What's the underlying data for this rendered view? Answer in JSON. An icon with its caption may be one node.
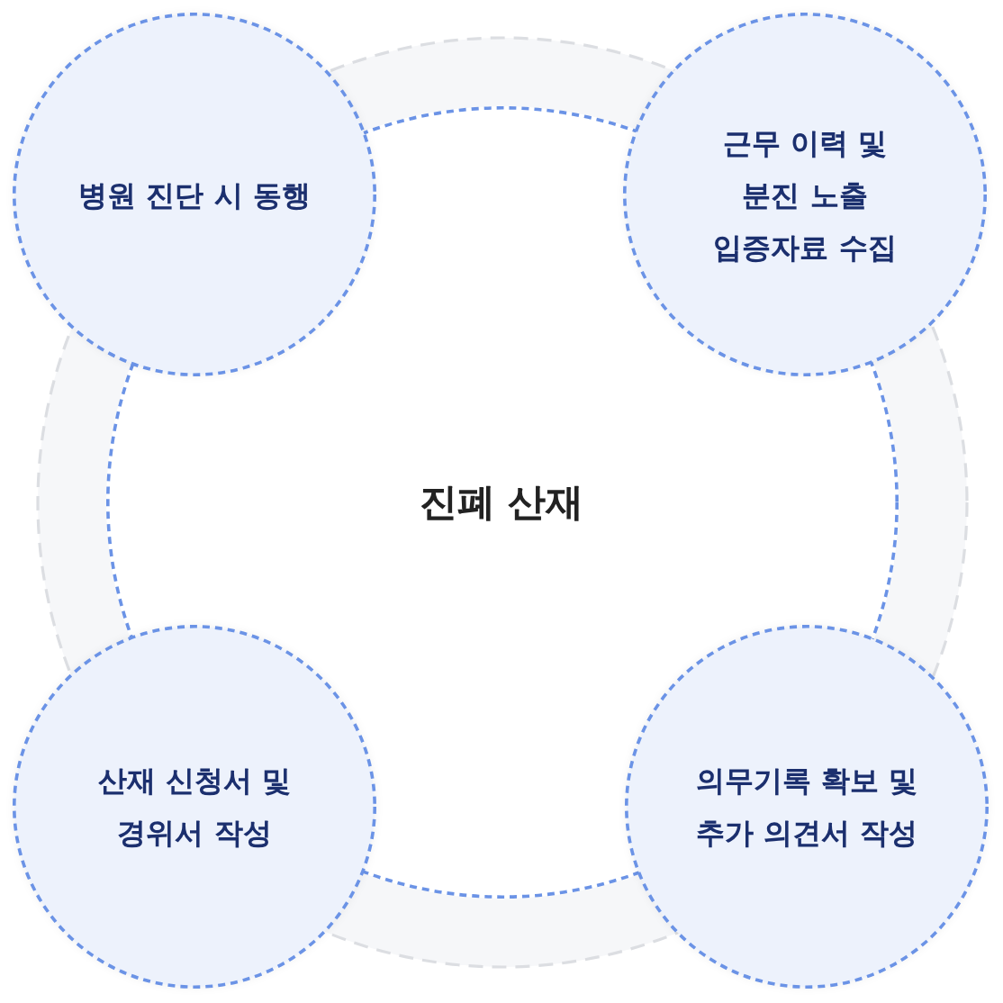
{
  "diagram": {
    "nodes": [
      {
        "text": [
          "진폐 산재"
        ]
      },
      {
        "text": [
          "병원 진단 시 동행"
        ]
      },
      {
        "text": [
          "근무 이력 및 분진 노출 입증자료 수집"
        ]
      },
      {
        "text": [
          "산재 신청서 및 경위서 작성"
        ]
      },
      {
        "text": [
          "의무기록 확보 및 추가 의견서 작성"
        ]
      }
    ]
  }
}
